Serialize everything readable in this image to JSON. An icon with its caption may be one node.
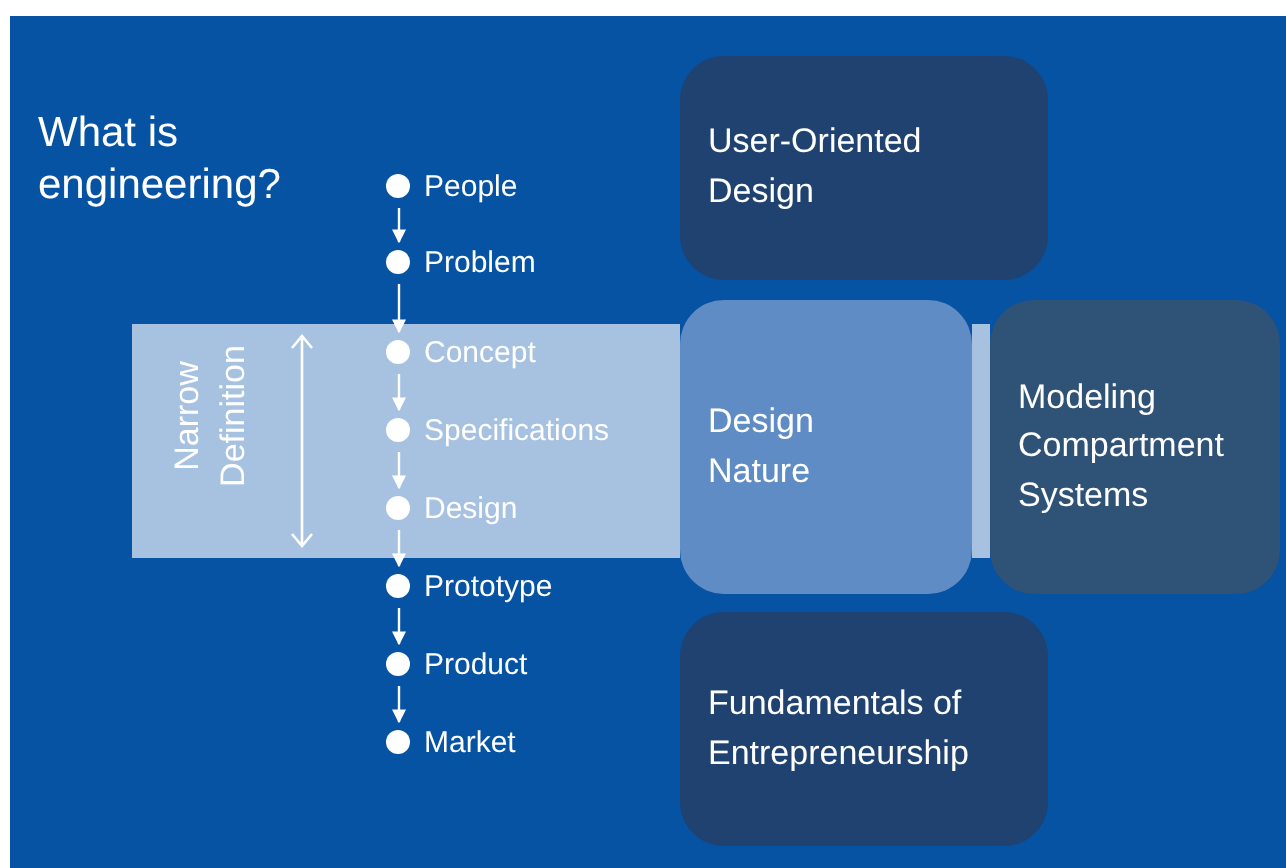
{
  "diagram": {
    "title": "What is engineering?",
    "nodes": [
      {
        "text": [
          "Narrow Definition"
        ]
      },
      {
        "text": [
          "People"
        ]
      },
      {
        "text": [
          "Problem"
        ]
      },
      {
        "text": [
          "Concept"
        ],
        "in": 0
      },
      {
        "text": [
          "Specifications"
        ],
        "in": 0
      },
      {
        "text": [
          "Design"
        ],
        "in": 0
      },
      {
        "text": [
          "Prototype"
        ]
      },
      {
        "text": [
          "Product"
        ]
      },
      {
        "text": [
          "Market"
        ]
      },
      {
        "text": [
          "User-Oriented Design"
        ]
      },
      {
        "text": [
          "Design Nature"
        ]
      },
      {
        "text": [
          "Modeling Compartment Systems"
        ]
      },
      {
        "text": [
          "Fundamentals of Entrepreneurship"
        ]
      }
    ],
    "edges": [
      {
        "from": 1,
        "to": 2,
        "arrow": "to"
      },
      {
        "from": 2,
        "to": 3,
        "arrow": "to"
      },
      {
        "from": 3,
        "to": 4,
        "arrow": "to"
      },
      {
        "from": 4,
        "to": 5,
        "arrow": "to"
      },
      {
        "from": 5,
        "to": 6,
        "arrow": "to"
      },
      {
        "from": 6,
        "to": 7,
        "arrow": "to"
      },
      {
        "from": 7,
        "to": 8,
        "arrow": "to"
      }
    ]
  }
}
